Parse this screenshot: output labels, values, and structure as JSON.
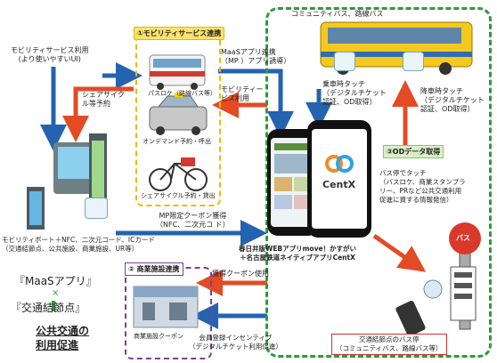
{
  "sections": {
    "mobility": "①モビリティサービス連携",
    "commerce": "② 商業施設連携",
    "od": "③ODデータ取得"
  },
  "vehicles": {
    "bus": "パスロケ（路線バス等）",
    "taxi": "オンデマンド予約・呼出",
    "bike": "シェアサイクル予約・貸出",
    "community_bus": "コミュニティバス、路線バス"
  },
  "left": {
    "mobility_use": "モビリティサービス利用\n(より使いやすいUI)",
    "share_reserve": "シェアサイク\nル等予約",
    "node_label": "モビリティポート＋NFC、二次元コード、ICカード\n（交通結節点、公共施設、商業施設、UR等）"
  },
  "center": {
    "maas_link": "MaaSアプリ連携\n（MP ）アプリ誘導）",
    "mobility_service": "モビリティー\nビス利用",
    "coupon": "MP限定クーポン獲得\n（NFC、二次元コ ド）",
    "coupon_use": "獲得クーポン使用",
    "incentive": "会員登録インセンティブ\n（デジタルチケット利用促進）",
    "app_caption": "春日井版WEBアプリmove！かすがい\n＋名古屋鉄道ネイティブアプリCentX",
    "commerce_caption": "商業施設クーポン"
  },
  "right": {
    "board_touch": "乗車時タッチ\n（デジタルチケット\n認証、OD取得）",
    "alight_touch": "降車時タッチ\n（デジタルチケット\n認証、OD取得）",
    "stop_touch": "バス停でタッチ\n（バスロケ、商業スタンプラ\nリー、PRなど公共交通利用\n促進に資する情報発信）",
    "bus_stop_label": "交通結節点のバス停\n（コミュニティバス、路線バス等）",
    "bus_sign": "バス"
  },
  "phone": {
    "logo": "CentX"
  },
  "slogan": {
    "line1": "『MaaSアプリ』",
    "cross": "×",
    "line2": "『交通結節点』",
    "line3": "公共交通の",
    "line4": "利用促進"
  },
  "colors": {
    "arrow_red": "#e24b26",
    "arrow_blue": "#2463b0",
    "green": "#2f9a3c",
    "yellow": "#f2b705",
    "purple": "#7a3fa0"
  }
}
